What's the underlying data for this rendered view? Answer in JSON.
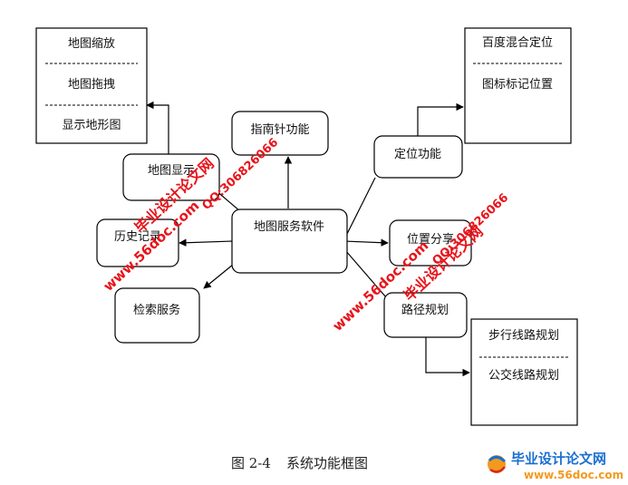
{
  "nodes": {
    "center": "地图服务软件",
    "compass": "指南针功能",
    "locate": "定位功能",
    "map_display": "地图显示",
    "history": "历史记录",
    "share": "位置分享",
    "search": "检索服务",
    "route": "路径规划"
  },
  "detail_boxes": {
    "map_ops": [
      "地图缩放",
      "地图拖拽",
      "显示地形图"
    ],
    "locate_ops": [
      "百度混合定位",
      "图标标记位置"
    ],
    "route_ops": [
      "步行线路规划",
      "公交线路规划"
    ]
  },
  "caption": {
    "number": "图 2-4",
    "title": "系统功能框图"
  },
  "watermarks": {
    "site": "www.56doc.com",
    "qq": "QQ:306826066",
    "brand": "毕业设计论文网"
  },
  "logo": {
    "title": "毕业设计论文网",
    "url": "www.56doc.com"
  },
  "colors": {
    "watermark_red": "#e8141b",
    "logo_blue": "#1b6fd1",
    "logo_orange": "#f39a1e"
  }
}
